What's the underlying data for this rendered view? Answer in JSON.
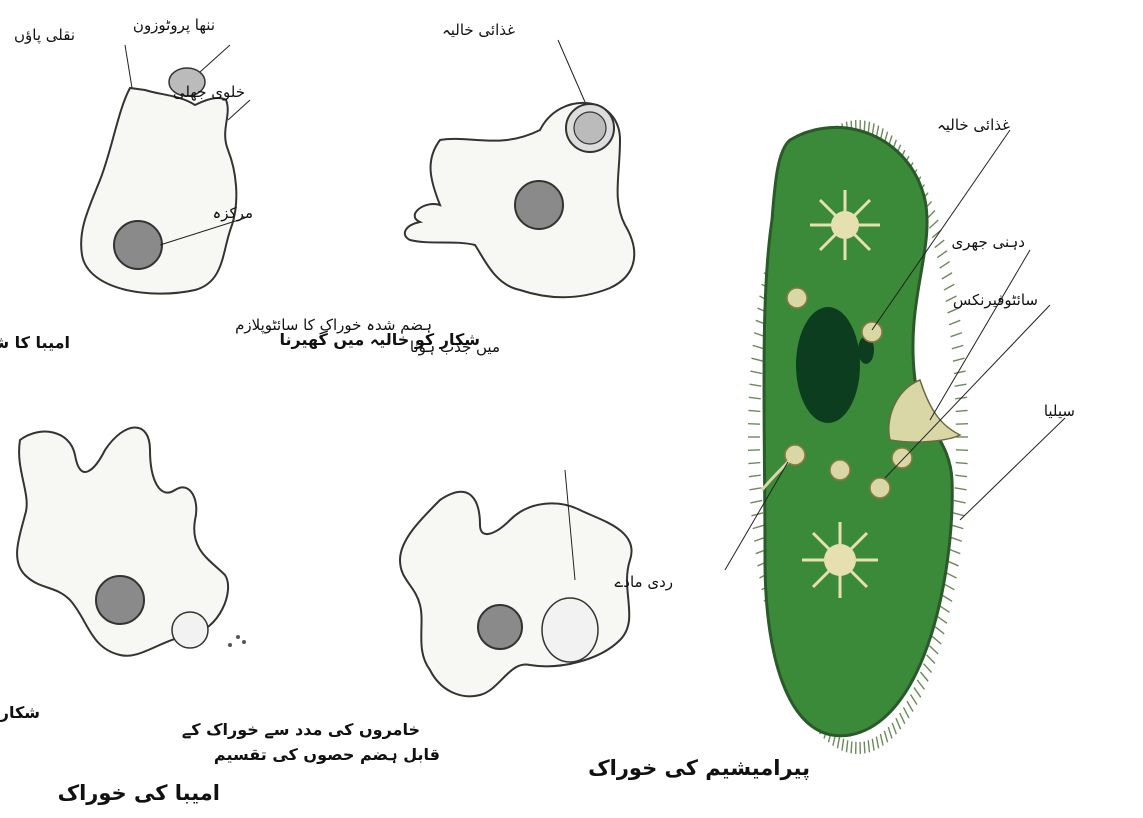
{
  "amoeba": {
    "title": "امیبا کی خوراک",
    "stage1": {
      "caption": "امیبا کا شکار",
      "labels": {
        "pseudopod": "نقلی پاؤں",
        "prey": "ننھا پروٹوزون",
        "membrane": "خلوی جھلی",
        "nucleus": "مرکزہ"
      }
    },
    "stage2": {
      "caption": "شکار کو خالیہ میں گھیرنا",
      "labels": {
        "food_vacuole": "غذائی خالیہ"
      }
    },
    "stage3": {
      "caption": "شکار کے ناقابل ہضم اجزا کا اخراج"
    },
    "stage4": {
      "caption_line1": "خامروں کی مدد سے خوراک کے",
      "caption_line2": "قابل ہضم حصوں کی تقسیم",
      "label_line1": "ہضم شدہ خوراک کا سائٹوپلازم",
      "label_line2": "میں جذب ہونا"
    }
  },
  "paramecium": {
    "title": "پیرامیشیم کی خوراک",
    "labels": {
      "food_vacuole": "غذائی خالیہ",
      "oral_groove": "دہنی جھری",
      "cytopharynx": "سائٹوفیرنکس",
      "cilia": "سیلیا",
      "waste": "ردی مادے"
    },
    "colors": {
      "body": "#3b8a3a",
      "cilia": "#6b8a5a",
      "macronucleus": "#0d3d1f",
      "vacuole": "#e6e0b0"
    }
  }
}
